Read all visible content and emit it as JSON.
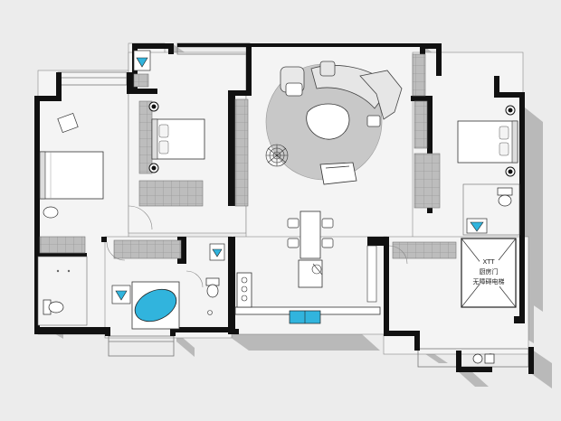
{
  "floorplan": {
    "colors": {
      "background": "#ececec",
      "wall": "#111111",
      "shadow": "#b9b9b9",
      "floor": "#f4f4f4",
      "cabinet": "#9a9a9a",
      "water": "#31b4dd",
      "furniture": "#e2e2e2",
      "rug": "#c8c8c8"
    },
    "elevator_label_line1": "厨房门",
    "elevator_label_line2": "无障碍电梯",
    "elevator_label_tag": "XTT"
  }
}
